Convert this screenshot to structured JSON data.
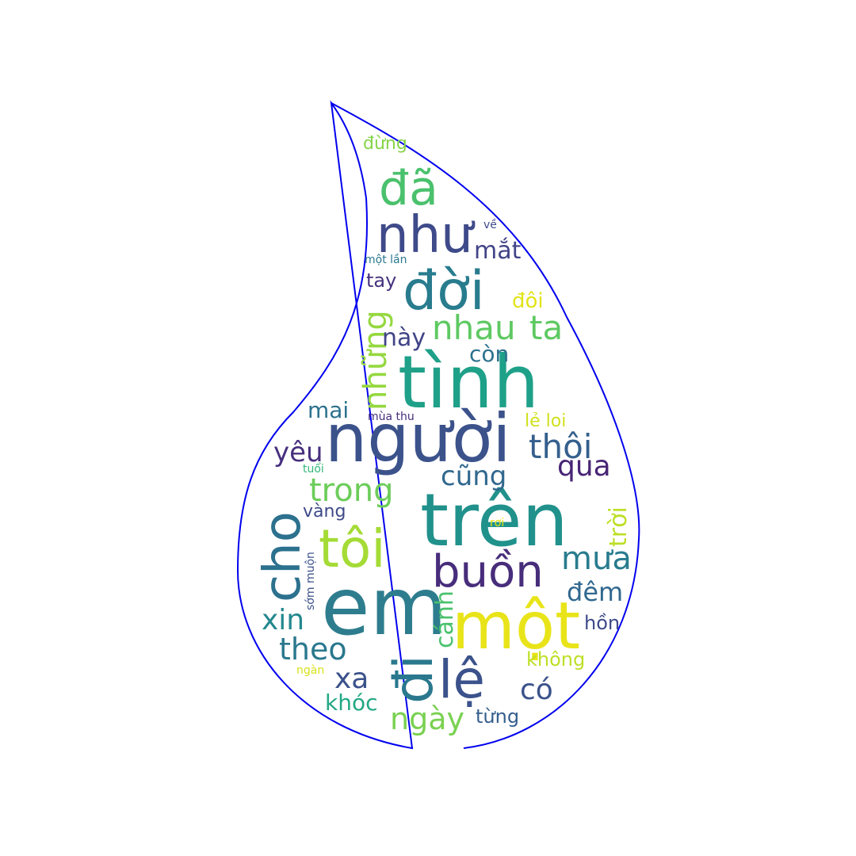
{
  "outline_color": "#0000ee",
  "words": [
    {
      "text": "em",
      "color": "#2e7d8e"
    },
    {
      "text": "người",
      "color": "#3b528b"
    },
    {
      "text": "trên",
      "color": "#21918c"
    },
    {
      "text": "tình",
      "color": "#1fa088"
    },
    {
      "text": "một",
      "color": "#e8e419"
    },
    {
      "text": "đời",
      "color": "#287c8e"
    },
    {
      "text": "đi",
      "color": "#2a788e"
    },
    {
      "text": "cho",
      "color": "#2c718e"
    },
    {
      "text": "tôi",
      "color": "#a5db36"
    },
    {
      "text": "như",
      "color": "#3e4a89"
    },
    {
      "text": "buồn",
      "color": "#472d7b"
    },
    {
      "text": "đã",
      "color": "#4ac16d"
    },
    {
      "text": "lệ",
      "color": "#3b528b"
    },
    {
      "text": "thôi",
      "color": "#355f8d"
    },
    {
      "text": "những",
      "color": "#95d840"
    },
    {
      "text": "nhau",
      "color": "#5ec962"
    },
    {
      "text": "ta",
      "color": "#5ec962"
    },
    {
      "text": "mưa",
      "color": "#287c8e"
    },
    {
      "text": "trong",
      "color": "#6ccd5a"
    },
    {
      "text": "ngày",
      "color": "#7ad151"
    },
    {
      "text": "xa",
      "color": "#3b528b"
    },
    {
      "text": "theo",
      "color": "#2a788e"
    },
    {
      "text": "xin",
      "color": "#23888e"
    },
    {
      "text": "qua",
      "color": "#482475"
    },
    {
      "text": "cũng",
      "color": "#31688e"
    },
    {
      "text": "yêu",
      "color": "#472f7d"
    },
    {
      "text": "đêm",
      "color": "#31688e"
    },
    {
      "text": "có",
      "color": "#3b528b"
    },
    {
      "text": "cánh",
      "color": "#4ac16d"
    },
    {
      "text": "trời",
      "color": "#bddf26"
    },
    {
      "text": "mắt",
      "color": "#414487"
    },
    {
      "text": "này",
      "color": "#414487"
    },
    {
      "text": "còn",
      "color": "#2c718e"
    },
    {
      "text": "khóc",
      "color": "#22a884"
    },
    {
      "text": "mai",
      "color": "#2c718e"
    },
    {
      "text": "đôi",
      "color": "#e2e418"
    },
    {
      "text": "tay",
      "color": "#46327e"
    },
    {
      "text": "hồn",
      "color": "#3e4a89"
    },
    {
      "text": "không",
      "color": "#bddf26"
    },
    {
      "text": "từng",
      "color": "#355f8d"
    },
    {
      "text": "đừng",
      "color": "#86d549"
    },
    {
      "text": "lẻ loi",
      "color": "#d0e11c"
    },
    {
      "text": "vàng",
      "color": "#3e4a89"
    },
    {
      "text": "sớm muộn",
      "color": "#3b528b"
    },
    {
      "text": "mùa thu",
      "color": "#472d7b"
    },
    {
      "text": "một lần",
      "color": "#2a788e"
    },
    {
      "text": "về",
      "color": "#3e4a89"
    },
    {
      "text": "tuổi",
      "color": "#35b779"
    },
    {
      "text": "rơi",
      "color": "#e5e419"
    },
    {
      "text": "ngàn",
      "color": "#d8e219"
    }
  ]
}
